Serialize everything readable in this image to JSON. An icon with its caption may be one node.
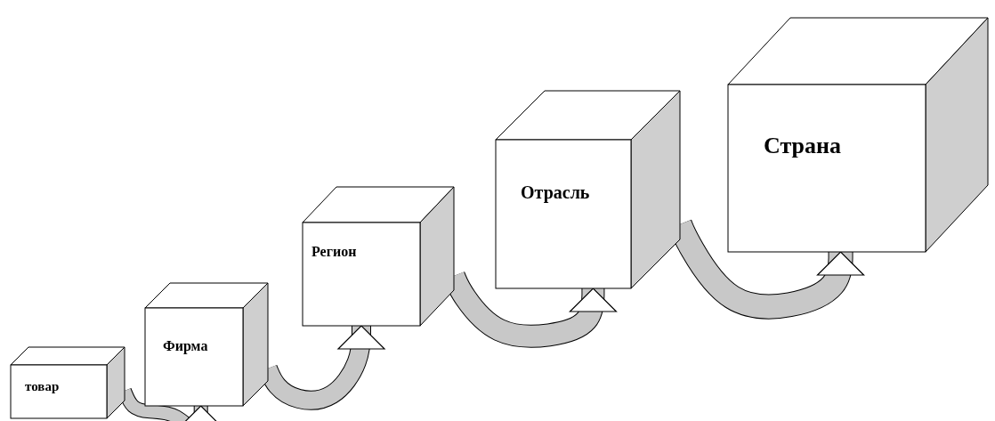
{
  "diagram": {
    "nodes": [
      {
        "text": [
          "товар"
        ]
      },
      {
        "text": [
          "Фирма"
        ]
      },
      {
        "text": [
          "Регион"
        ]
      },
      {
        "text": [
          "Отрасль"
        ]
      },
      {
        "text": [
          "Страна"
        ]
      }
    ],
    "edges": [
      {
        "from": 0,
        "to": 1,
        "arrow": "to"
      },
      {
        "from": 1,
        "to": 2,
        "arrow": "to"
      },
      {
        "from": 2,
        "to": 3,
        "arrow": "to"
      },
      {
        "from": 3,
        "to": 4,
        "arrow": "to"
      }
    ]
  }
}
